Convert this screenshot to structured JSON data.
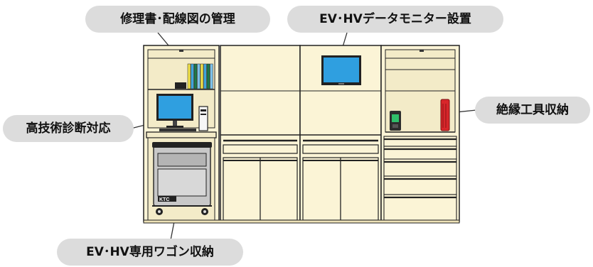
{
  "colors": {
    "cabinet_fill": "#fbf4d6",
    "cabinet_shadow": "#eee3b8",
    "outline": "#222222",
    "callout_bg": "#dcdcdc",
    "callout_text": "#111111",
    "screen_blue": "#2f9fe0",
    "wagon_grey": "#c8c8c8",
    "tool_red": "#d8262a",
    "book_colors": [
      "#f2e24a",
      "#3fa4dc",
      "#1e7a49",
      "#7cc1e8",
      "#f2e24a",
      "#3fa4dc",
      "#1e7a49",
      "#7cc1e8"
    ]
  },
  "icons": [
    "monitor-icon",
    "pc-tower-icon",
    "keyboard-icon",
    "wall-monitor-icon",
    "binder-icon",
    "scanner-icon",
    "tool-case-icon",
    "wagon-icon",
    "caster-icon"
  ],
  "labels": {
    "manuals": "修理書･配線図の管理",
    "monitor": "EV･HVデータモニター設置",
    "diagnosis": "高技術診断対応",
    "tools": "絶縁工具収納",
    "wagon": "EV･HV専用ワゴン収納",
    "wagon_brand": "KTC"
  }
}
